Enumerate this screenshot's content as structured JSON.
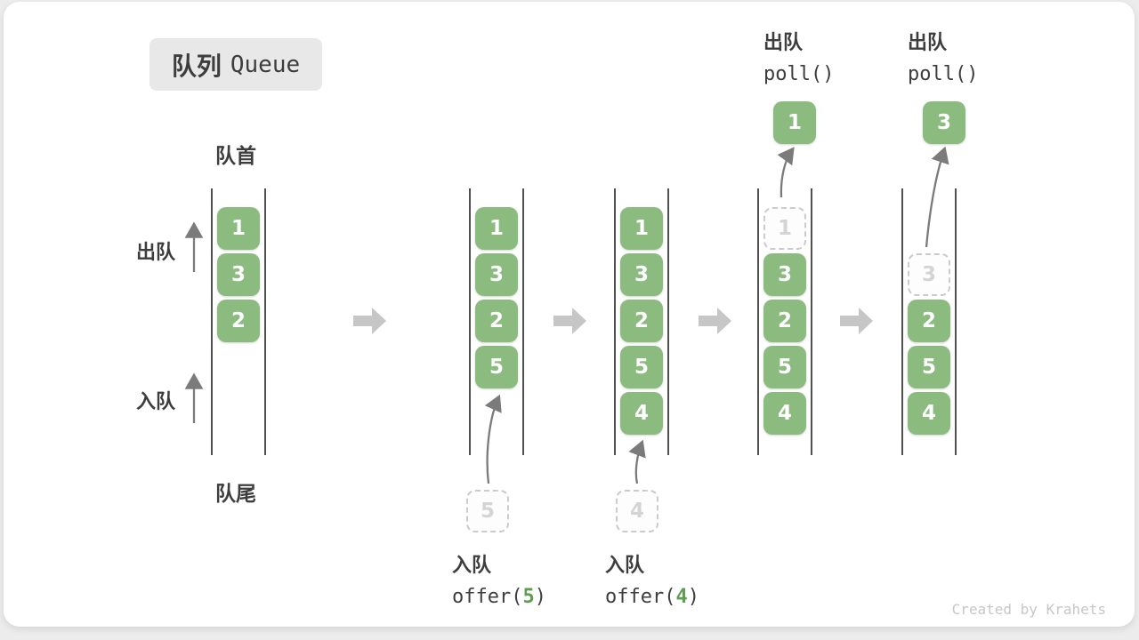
{
  "title": {
    "zh": "队列",
    "en": "Queue"
  },
  "left_labels": {
    "front": "队首",
    "rear": "队尾",
    "dequeue": "出队",
    "enqueue": "入队"
  },
  "queues": [
    {
      "items": [
        "1",
        "3",
        "2"
      ]
    },
    {
      "items": [
        "1",
        "3",
        "2",
        "5"
      ],
      "staged": "5",
      "op": {
        "label": "入队",
        "code_pre": "offer(",
        "code_arg": "5",
        "code_post": ")"
      }
    },
    {
      "items": [
        "1",
        "3",
        "2",
        "5",
        "4"
      ],
      "staged": "4",
      "op": {
        "label": "入队",
        "code_pre": "offer(",
        "code_arg": "4",
        "code_post": ")"
      }
    },
    {
      "dashed_slot": "1",
      "items": [
        "3",
        "2",
        "5",
        "4"
      ],
      "polled": "1",
      "op": {
        "label": "出队",
        "code": "poll()"
      }
    },
    {
      "dashed_slot": "3",
      "items": [
        "2",
        "5",
        "4"
      ],
      "polled": "3",
      "op": {
        "label": "出队",
        "code": "poll()"
      }
    }
  ],
  "page": {
    "watermark": "Created by Krahets"
  },
  "colors": {
    "green": "#8CBB80",
    "dashed_text": "#d4d4d4",
    "dashed_border": "#cbcbcb",
    "flow_arrow": "#c6c6c6",
    "thin_arrow": "#7b7b7b",
    "text_dark": "#3d3d3d",
    "code_green": "#5f9e52",
    "badge_bg": "#e8e8e8",
    "wall": "#505050",
    "watermark": "#c7c7c7",
    "card_bg": "#ffffff",
    "page_bg": "#ececec"
  }
}
